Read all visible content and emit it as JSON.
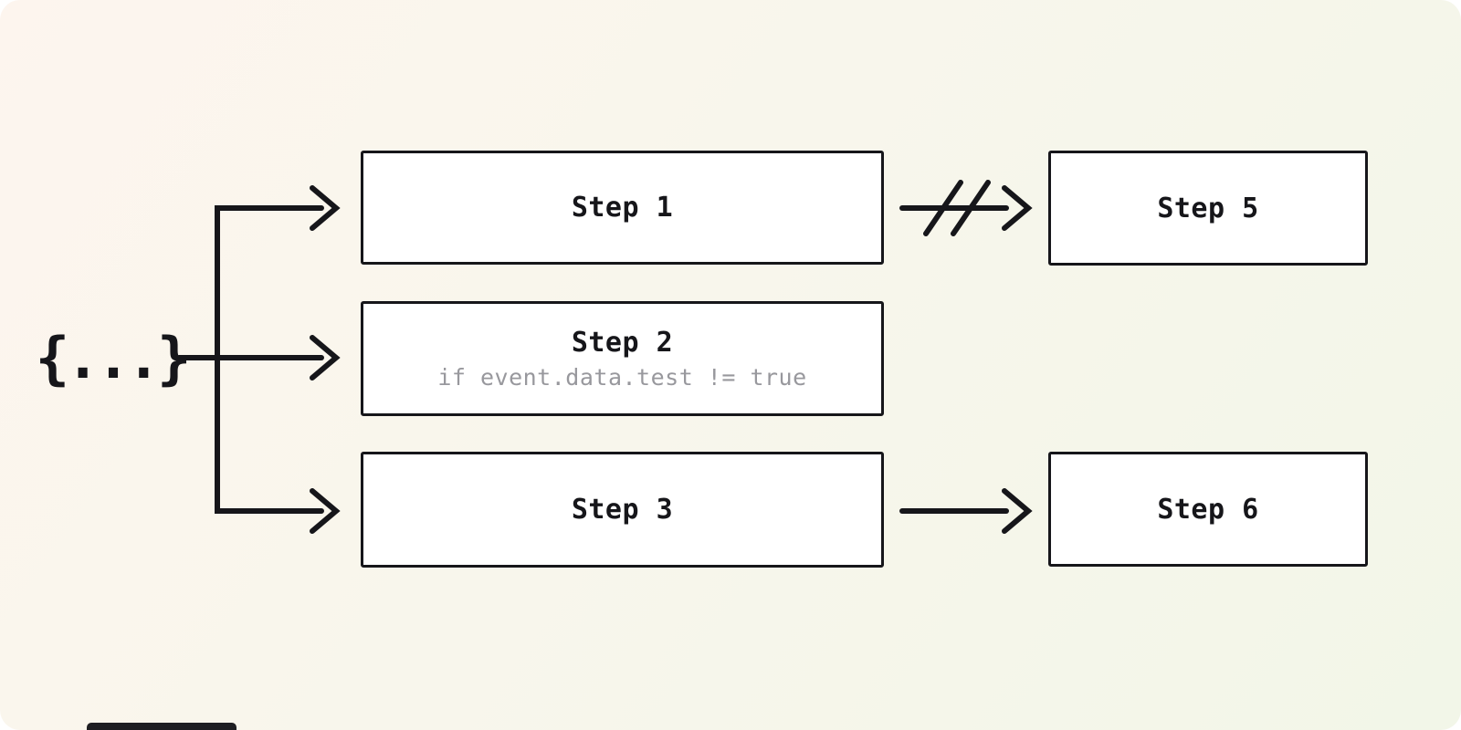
{
  "canvas": {
    "background_start": "#fdf5ee",
    "background_end": "#f2f6e8"
  },
  "colors": {
    "stroke": "#16161a",
    "box_background": "#ffffff",
    "muted_text": "#98989d"
  },
  "event_source": {
    "label": "{...}"
  },
  "steps": [
    {
      "id": "step1",
      "label": "Step 1",
      "condition": ""
    },
    {
      "id": "step2",
      "label": "Step 2",
      "condition": "if event.data.test != true"
    },
    {
      "id": "step3",
      "label": "Step 3",
      "condition": ""
    },
    {
      "id": "step5",
      "label": "Step 5",
      "condition": ""
    },
    {
      "id": "step6",
      "label": "Step 6",
      "condition": ""
    }
  ],
  "connections": [
    {
      "from": "event",
      "to": "step1",
      "type": "normal"
    },
    {
      "from": "event",
      "to": "step2",
      "type": "normal"
    },
    {
      "from": "event",
      "to": "step3",
      "type": "normal"
    },
    {
      "from": "step1",
      "to": "step5",
      "type": "cancelled"
    },
    {
      "from": "step3",
      "to": "step6",
      "type": "normal"
    }
  ]
}
